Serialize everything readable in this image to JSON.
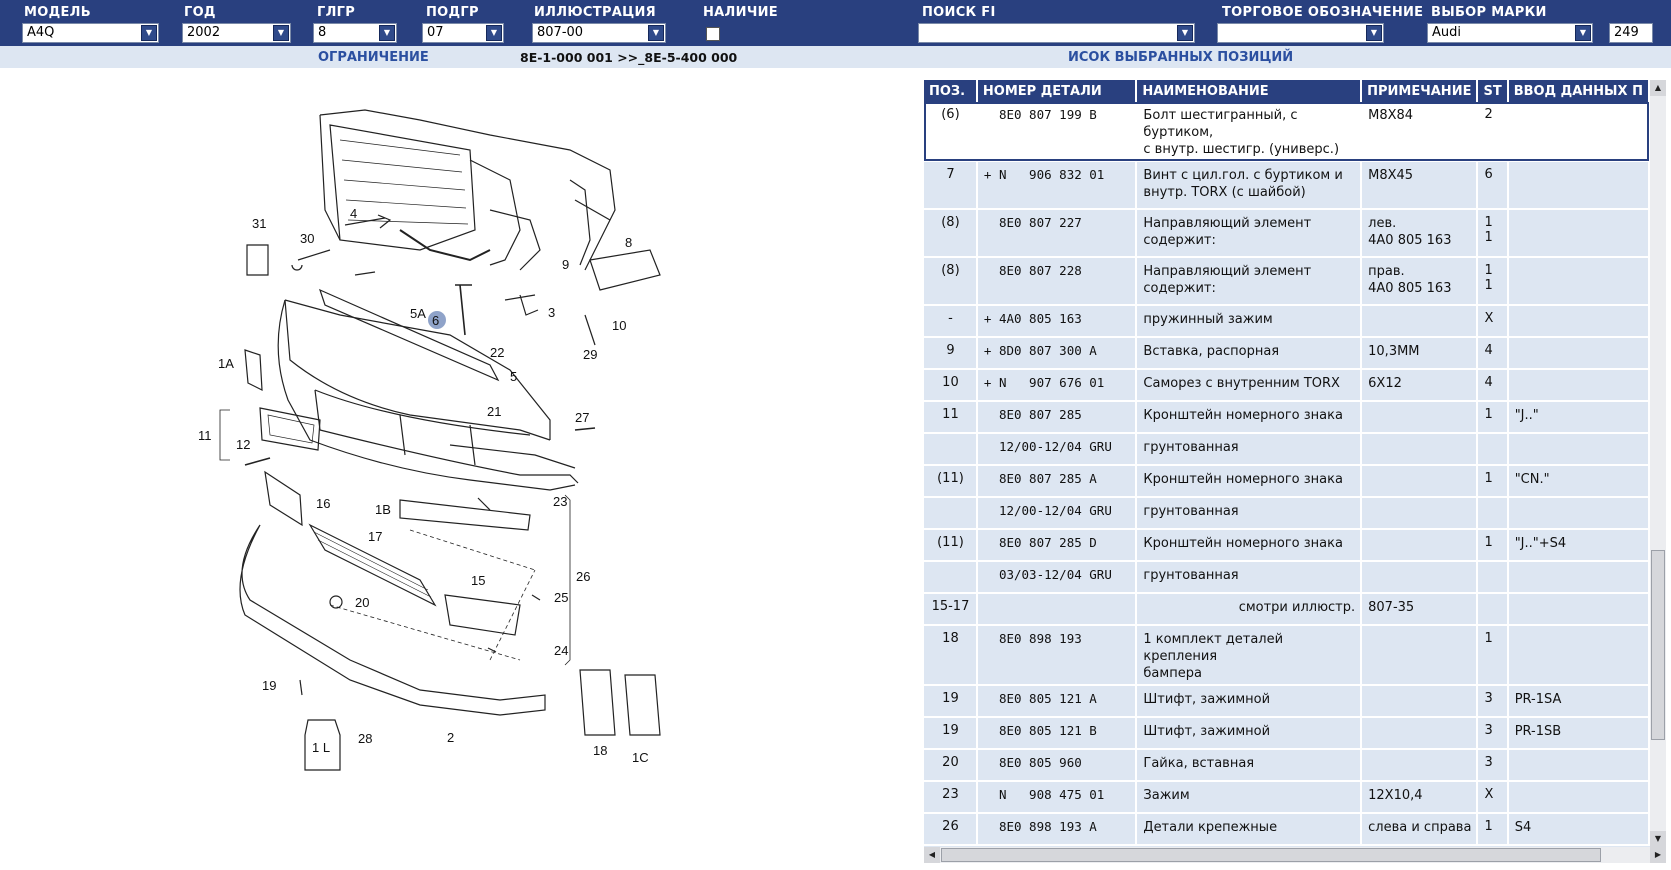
{
  "header": {
    "labels": {
      "model": "МОДЕЛЬ",
      "year": "ГОД",
      "glgr": "ГЛГР",
      "podgr": "ПОДГР",
      "illustration": "ИЛЛЮСТРАЦИЯ",
      "availability": "НАЛИЧИЕ",
      "search": "ПОИСК FI",
      "trade": "ТОРГОВОЕ ОБОЗНАЧЕНИЕ",
      "brand": "ВЫБОР МАРКИ"
    },
    "values": {
      "model": "A4Q",
      "year": "2002",
      "glgr": "8",
      "podgr": "07",
      "illustration": "807-00",
      "search": "",
      "trade": "",
      "brand": "Audi",
      "count": "249"
    }
  },
  "subbar": {
    "restriction_label": "ОГРАНИЧЕНИЕ",
    "restriction_value": "8E-1-000 001 >>_8E-5-400 000",
    "selected_list_label": "ИСОК ВЫБРАННЫХ ПОЗИЦИЙ"
  },
  "table": {
    "headers": [
      "ПОЗ.",
      "НОМЕР ДЕТАЛИ",
      "НАИМЕНОВАНИЕ",
      "ПРИМЕЧАНИЕ",
      "ST",
      "ВВОД ДАННЫХ П"
    ],
    "rows": [
      {
        "pos": "(6)",
        "num": "  8E0 807 199 B",
        "desc": "Болт шестигранный, с буртиком,\nс внутр. шестигр. (универс.)",
        "note": "M8X84",
        "st": "2",
        "data": ""
      },
      {
        "pos": "7",
        "num": "+ N   906 832 01",
        "desc": "Винт с цил.гол. с буртиком и\nвнутр. TORX (с шайбой)",
        "note": "M8X45",
        "st": "6",
        "data": ""
      },
      {
        "pos": "(8)",
        "num": "  8E0 807 227",
        "desc": "Направляющий элемент\nсодержит:",
        "note": "лев.\n4A0 805 163",
        "st": "1\n1",
        "data": ""
      },
      {
        "pos": "(8)",
        "num": "  8E0 807 228",
        "desc": "Направляющий элемент\nсодержит:",
        "note": "прав.\n4A0 805 163",
        "st": "1\n1",
        "data": ""
      },
      {
        "pos": "-",
        "num": "+ 4A0 805 163",
        "desc": "пружинный зажим",
        "note": "",
        "st": "X",
        "data": ""
      },
      {
        "pos": "9",
        "num": "+ 8D0 807 300 A",
        "desc": "Вставка, распорная",
        "note": "10,3MM",
        "st": "4",
        "data": ""
      },
      {
        "pos": "10",
        "num": "+ N   907 676 01",
        "desc": "Саморез с внутренним TORX",
        "note": "6X12",
        "st": "4",
        "data": ""
      },
      {
        "pos": "11",
        "num": "  8E0 807 285",
        "desc": "Кронштейн номерного знака",
        "note": "",
        "st": "1",
        "data": "\"J..\""
      },
      {
        "pos": "",
        "num": "  12/00-12/04 GRU",
        "desc": "грунтованная",
        "note": "",
        "st": "",
        "data": ""
      },
      {
        "pos": "(11)",
        "num": "  8E0 807 285 A",
        "desc": "Кронштейн номерного знака",
        "note": "",
        "st": "1",
        "data": "\"CN.\""
      },
      {
        "pos": "",
        "num": "  12/00-12/04 GRU",
        "desc": "грунтованная",
        "note": "",
        "st": "",
        "data": ""
      },
      {
        "pos": "(11)",
        "num": "  8E0 807 285 D",
        "desc": "Кронштейн номерного знака",
        "note": "",
        "st": "1",
        "data": "\"J..\"+S4"
      },
      {
        "pos": "",
        "num": "  03/03-12/04 GRU",
        "desc": "грунтованная",
        "note": "",
        "st": "",
        "data": ""
      },
      {
        "pos": "15-17",
        "num": "",
        "desc": "смотри иллюстр.",
        "note": "807-35",
        "st": "",
        "data": ""
      },
      {
        "pos": "18",
        "num": "  8E0 898 193",
        "desc": "1 комплект деталей крепления\nбампера",
        "note": "",
        "st": "1",
        "data": ""
      },
      {
        "pos": "19",
        "num": "  8E0 805 121 A",
        "desc": "Штифт, зажимной",
        "note": "",
        "st": "3",
        "data": "PR-1SA"
      },
      {
        "pos": "19",
        "num": "  8E0 805 121 B",
        "desc": "Штифт, зажимной",
        "note": "",
        "st": "3",
        "data": "PR-1SB"
      },
      {
        "pos": "20",
        "num": "  8E0 805 960",
        "desc": "Гайка, вставная",
        "note": "",
        "st": "3",
        "data": ""
      },
      {
        "pos": "23",
        "num": "  N   908 475 01",
        "desc": "Зажим",
        "note": "12X10,4",
        "st": "X",
        "data": ""
      },
      {
        "pos": "26",
        "num": "  8E0 898 193 A",
        "desc": "Детали крепежные",
        "note": "слева и справа",
        "st": "1",
        "data": "S4"
      }
    ]
  },
  "diagram": {
    "labels": [
      "31",
      "30",
      "4",
      "8",
      "9",
      "10",
      "29",
      "5A",
      "6",
      "3",
      "22",
      "5",
      "1A",
      "21",
      "27",
      "11",
      "12",
      "16",
      "1B",
      "23",
      "17",
      "26",
      "15",
      "25",
      "20",
      "24",
      "19",
      "2",
      "28",
      "18",
      "1C",
      "1 L"
    ]
  },
  "colors": {
    "header_bg": "#29407f",
    "subbar_bg": "#dde6f2",
    "row_bg": "#dde6f2",
    "highlight": "#8fa3c9"
  }
}
